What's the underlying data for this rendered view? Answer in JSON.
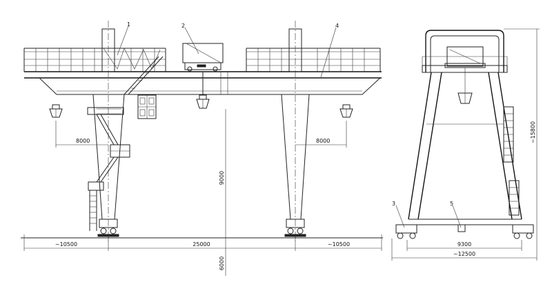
{
  "callouts": {
    "c1": "1",
    "c2": "2",
    "c3": "3",
    "c4": "4",
    "c5": "5"
  },
  "dimensions": {
    "span": "25000",
    "left_cantilever": "~10500",
    "right_cantilever": "~10500",
    "left_hook_reach": "8000",
    "right_hook_reach": "8000",
    "lift_above_rail": "9000",
    "lift_below_rail": "6000",
    "total_height": "~15800",
    "gauge": "9300",
    "overall_width": "~12500"
  }
}
